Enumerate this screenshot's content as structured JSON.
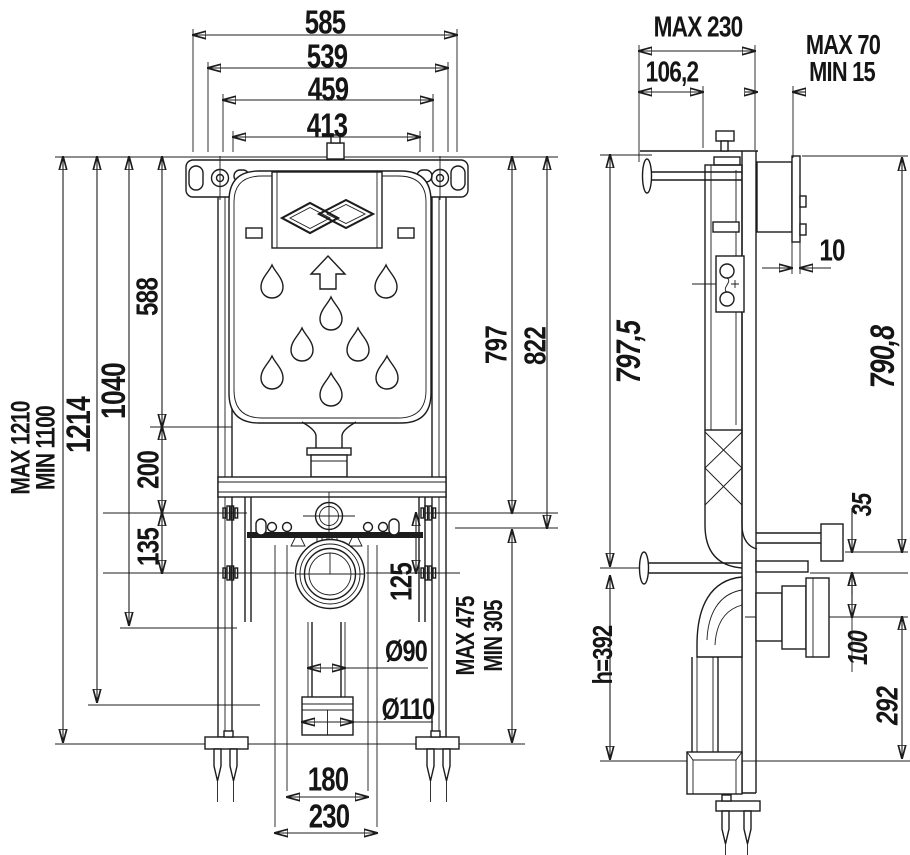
{
  "front": {
    "top": {
      "d585": "585",
      "d539": "539",
      "d459": "459",
      "d413": "413"
    },
    "left": {
      "max1210": "MAX 1210",
      "min1100": "MIN 1100",
      "d1214": "1214",
      "d1040": "1040",
      "d588": "588",
      "d200": "200",
      "d135": "135"
    },
    "right": {
      "d797": "797",
      "d822": "822",
      "d125": "125",
      "max475": "MAX 475",
      "min305": "MIN 305"
    },
    "bottom": {
      "d90": "Ø90",
      "d110": "Ø110",
      "d180": "180",
      "d230": "230"
    }
  },
  "side": {
    "top": {
      "max230": "MAX 230",
      "d106_2": "106,2",
      "max70": "MAX 70",
      "min15": "MIN 15"
    },
    "dims": {
      "d10": "10",
      "d797_5": "797,5",
      "d790_8": "790,8",
      "d35": "35",
      "d100": "100",
      "d292": "292",
      "h392": "h=392"
    }
  },
  "symbols": {
    "flush_plate_logo": "double-diamond",
    "cistern_arrow": "up-arrow",
    "cistern_pattern": "water-drops x8"
  },
  "colors": {
    "line": "#1c1c1c",
    "hatch_fill": "#b3a58c",
    "hatch_stroke": "#433728",
    "background": "#ffffff"
  }
}
